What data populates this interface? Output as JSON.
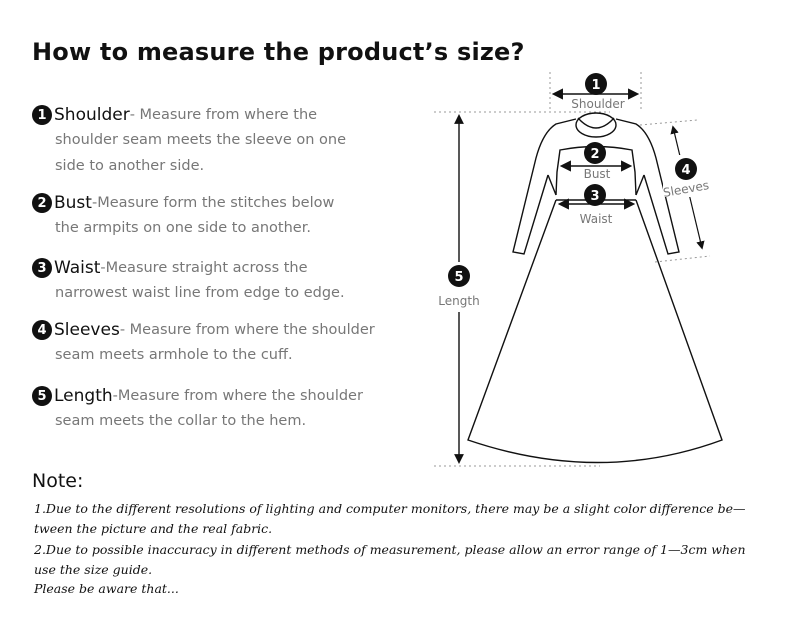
{
  "title": "How to measure the product’s size?",
  "items": [
    {
      "num": "1",
      "name": "Shoulder",
      "desc": "- Measure from where the",
      "cont": [
        "shoulder seam meets the sleeve on one",
        "side to another side."
      ]
    },
    {
      "num": "2",
      "name": "Bust",
      "desc": "-Measure form the stitches below",
      "cont": [
        "the armpits on one side to another."
      ]
    },
    {
      "num": "3",
      "name": "Waist",
      "desc": "-Measure straight across the",
      "cont": [
        "narrowest waist line from edge to edge."
      ]
    },
    {
      "num": "4",
      "name": "Sleeves",
      "desc": "- Measure from where the shoulder",
      "cont": [
        "seam meets armhole to the cuff."
      ]
    },
    {
      "num": "5",
      "name": "Length",
      "desc": "-Measure from where the shoulder",
      "cont": [
        "seam meets the collar to the hem."
      ]
    }
  ],
  "diagram": {
    "shoulder": {
      "num": "1",
      "label": "Shoulder"
    },
    "bust": {
      "num": "2",
      "label": "Bust"
    },
    "waist": {
      "num": "3",
      "label": "Waist"
    },
    "sleeves": {
      "num": "4",
      "label": "Sleeves"
    },
    "length": {
      "num": "5",
      "label": "Length"
    }
  },
  "note": {
    "title": "Note:",
    "lines": [
      "1.Due to the different resolutions of lighting and computer monitors, there may be a slight color difference be—",
      "tween the picture and the real fabric.",
      "2.Due to possible inaccuracy in different methods of measurement, please allow an error range of 1—3cm when",
      "use the size guide.",
      "Please be aware that..."
    ]
  }
}
